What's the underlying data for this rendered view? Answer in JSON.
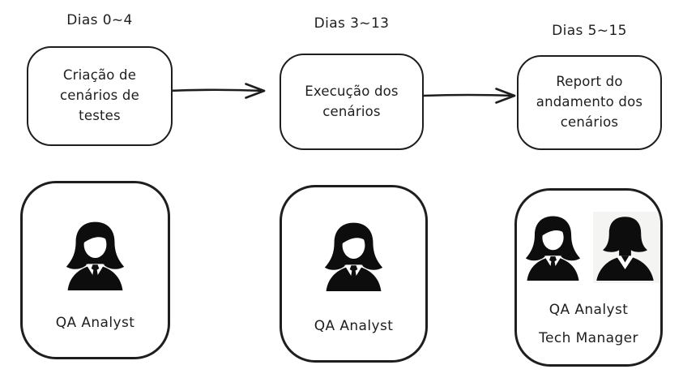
{
  "diagram": {
    "stages": [
      {
        "duration": "Dias 0~4",
        "task": "Criação de\ncenários de\ntestes",
        "roles": [
          "QA Analyst"
        ],
        "icons": [
          "businesswoman-icon"
        ]
      },
      {
        "duration": "Dias 3~13",
        "task": "Execução dos\ncenários",
        "roles": [
          "QA Analyst"
        ],
        "icons": [
          "businesswoman-icon"
        ]
      },
      {
        "duration": "Dias 5~15",
        "task": "Report do\nandamento dos\ncenários",
        "roles": [
          "QA Analyst",
          "Tech Manager"
        ],
        "icons": [
          "businesswoman-icon",
          "woman-silhouette-icon"
        ]
      }
    ],
    "colors": {
      "stroke": "#1e1e1e",
      "background": "#ffffff",
      "icon_fill": "#0d0d0d",
      "icon_backdrop": "#f4f4f2"
    }
  }
}
